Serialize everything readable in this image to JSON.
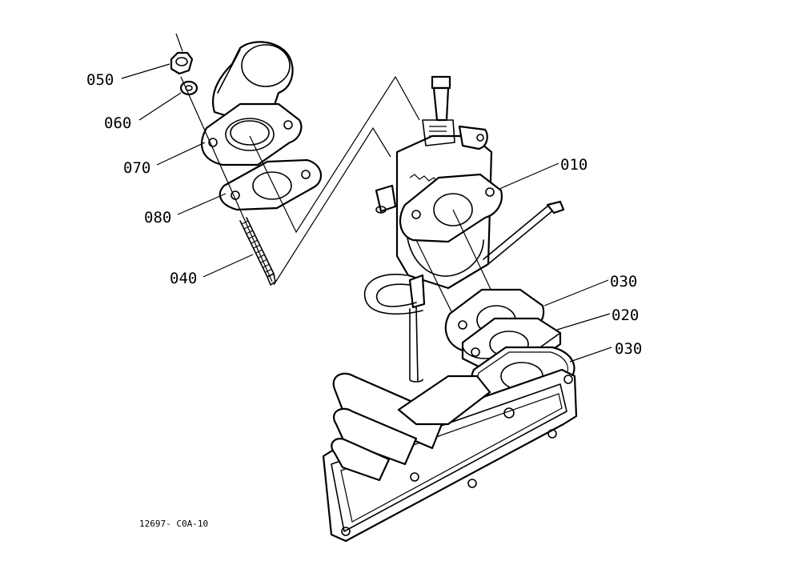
{
  "callouts": [
    {
      "id": "050",
      "label": "050"
    },
    {
      "id": "060",
      "label": "060"
    },
    {
      "id": "070",
      "label": "070"
    },
    {
      "id": "080",
      "label": "080"
    },
    {
      "id": "040",
      "label": "040"
    },
    {
      "id": "010",
      "label": "010"
    },
    {
      "id": "030a",
      "label": "030"
    },
    {
      "id": "020",
      "label": "020"
    },
    {
      "id": "030b",
      "label": "030"
    }
  ],
  "reference_code": "12697- C0A-10"
}
